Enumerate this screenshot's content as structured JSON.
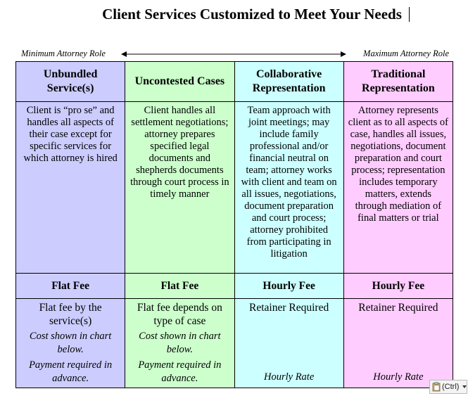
{
  "title": "Client Services Customized to Meet Your Needs",
  "roles": {
    "min": "Minimum Attorney Role",
    "max": "Maximum Attorney Role"
  },
  "columns": [
    {
      "header": "Unbundled Service(s)",
      "description": "Client is “pro se” and handles all aspects of their case except for specific services for which attorney is hired",
      "fee": "Flat Fee",
      "fee_main": "Flat fee by the service(s)",
      "fee_note_1": "Cost shown in chart below.",
      "fee_note_2": "Payment required in advance.",
      "fee_rate": ""
    },
    {
      "header": "Uncontested Cases",
      "description": "Client handles all settlement negotiations; attorney prepares specified legal documents and shepherds documents through court process in timely manner",
      "fee": "Flat Fee",
      "fee_main": "Flat fee depends on type of case",
      "fee_note_1": "Cost shown in chart below.",
      "fee_note_2": "Payment required in advance.",
      "fee_rate": ""
    },
    {
      "header": "Collaborative Representation",
      "description": "Team approach with joint meetings; may include family professional and/or financial neutral on team; attorney works with client and team on all issues, negotiations, document preparation and court process; attorney prohibited from participating in litigation",
      "fee": "Hourly Fee",
      "fee_main": "Retainer Required",
      "fee_note_1": "",
      "fee_note_2": "",
      "fee_rate": "Hourly Rate"
    },
    {
      "header": "Traditional Representation",
      "description": "Attorney represents client as to all aspects of case, handles all issues, negotiations, document preparation and court process; representation includes temporary matters, extends through mediation of final matters or trial",
      "fee": "Hourly Fee",
      "fee_main": "Retainer Required",
      "fee_note_1": "",
      "fee_note_2": "",
      "fee_rate": "Hourly Rate"
    }
  ],
  "paste_options": {
    "label": "(Ctrl)",
    "icon": "clipboard-icon"
  },
  "colors": {
    "unbundled": "#ccccff",
    "uncontested": "#ccffcc",
    "collaborative": "#ccffff",
    "traditional": "#ffccff"
  }
}
